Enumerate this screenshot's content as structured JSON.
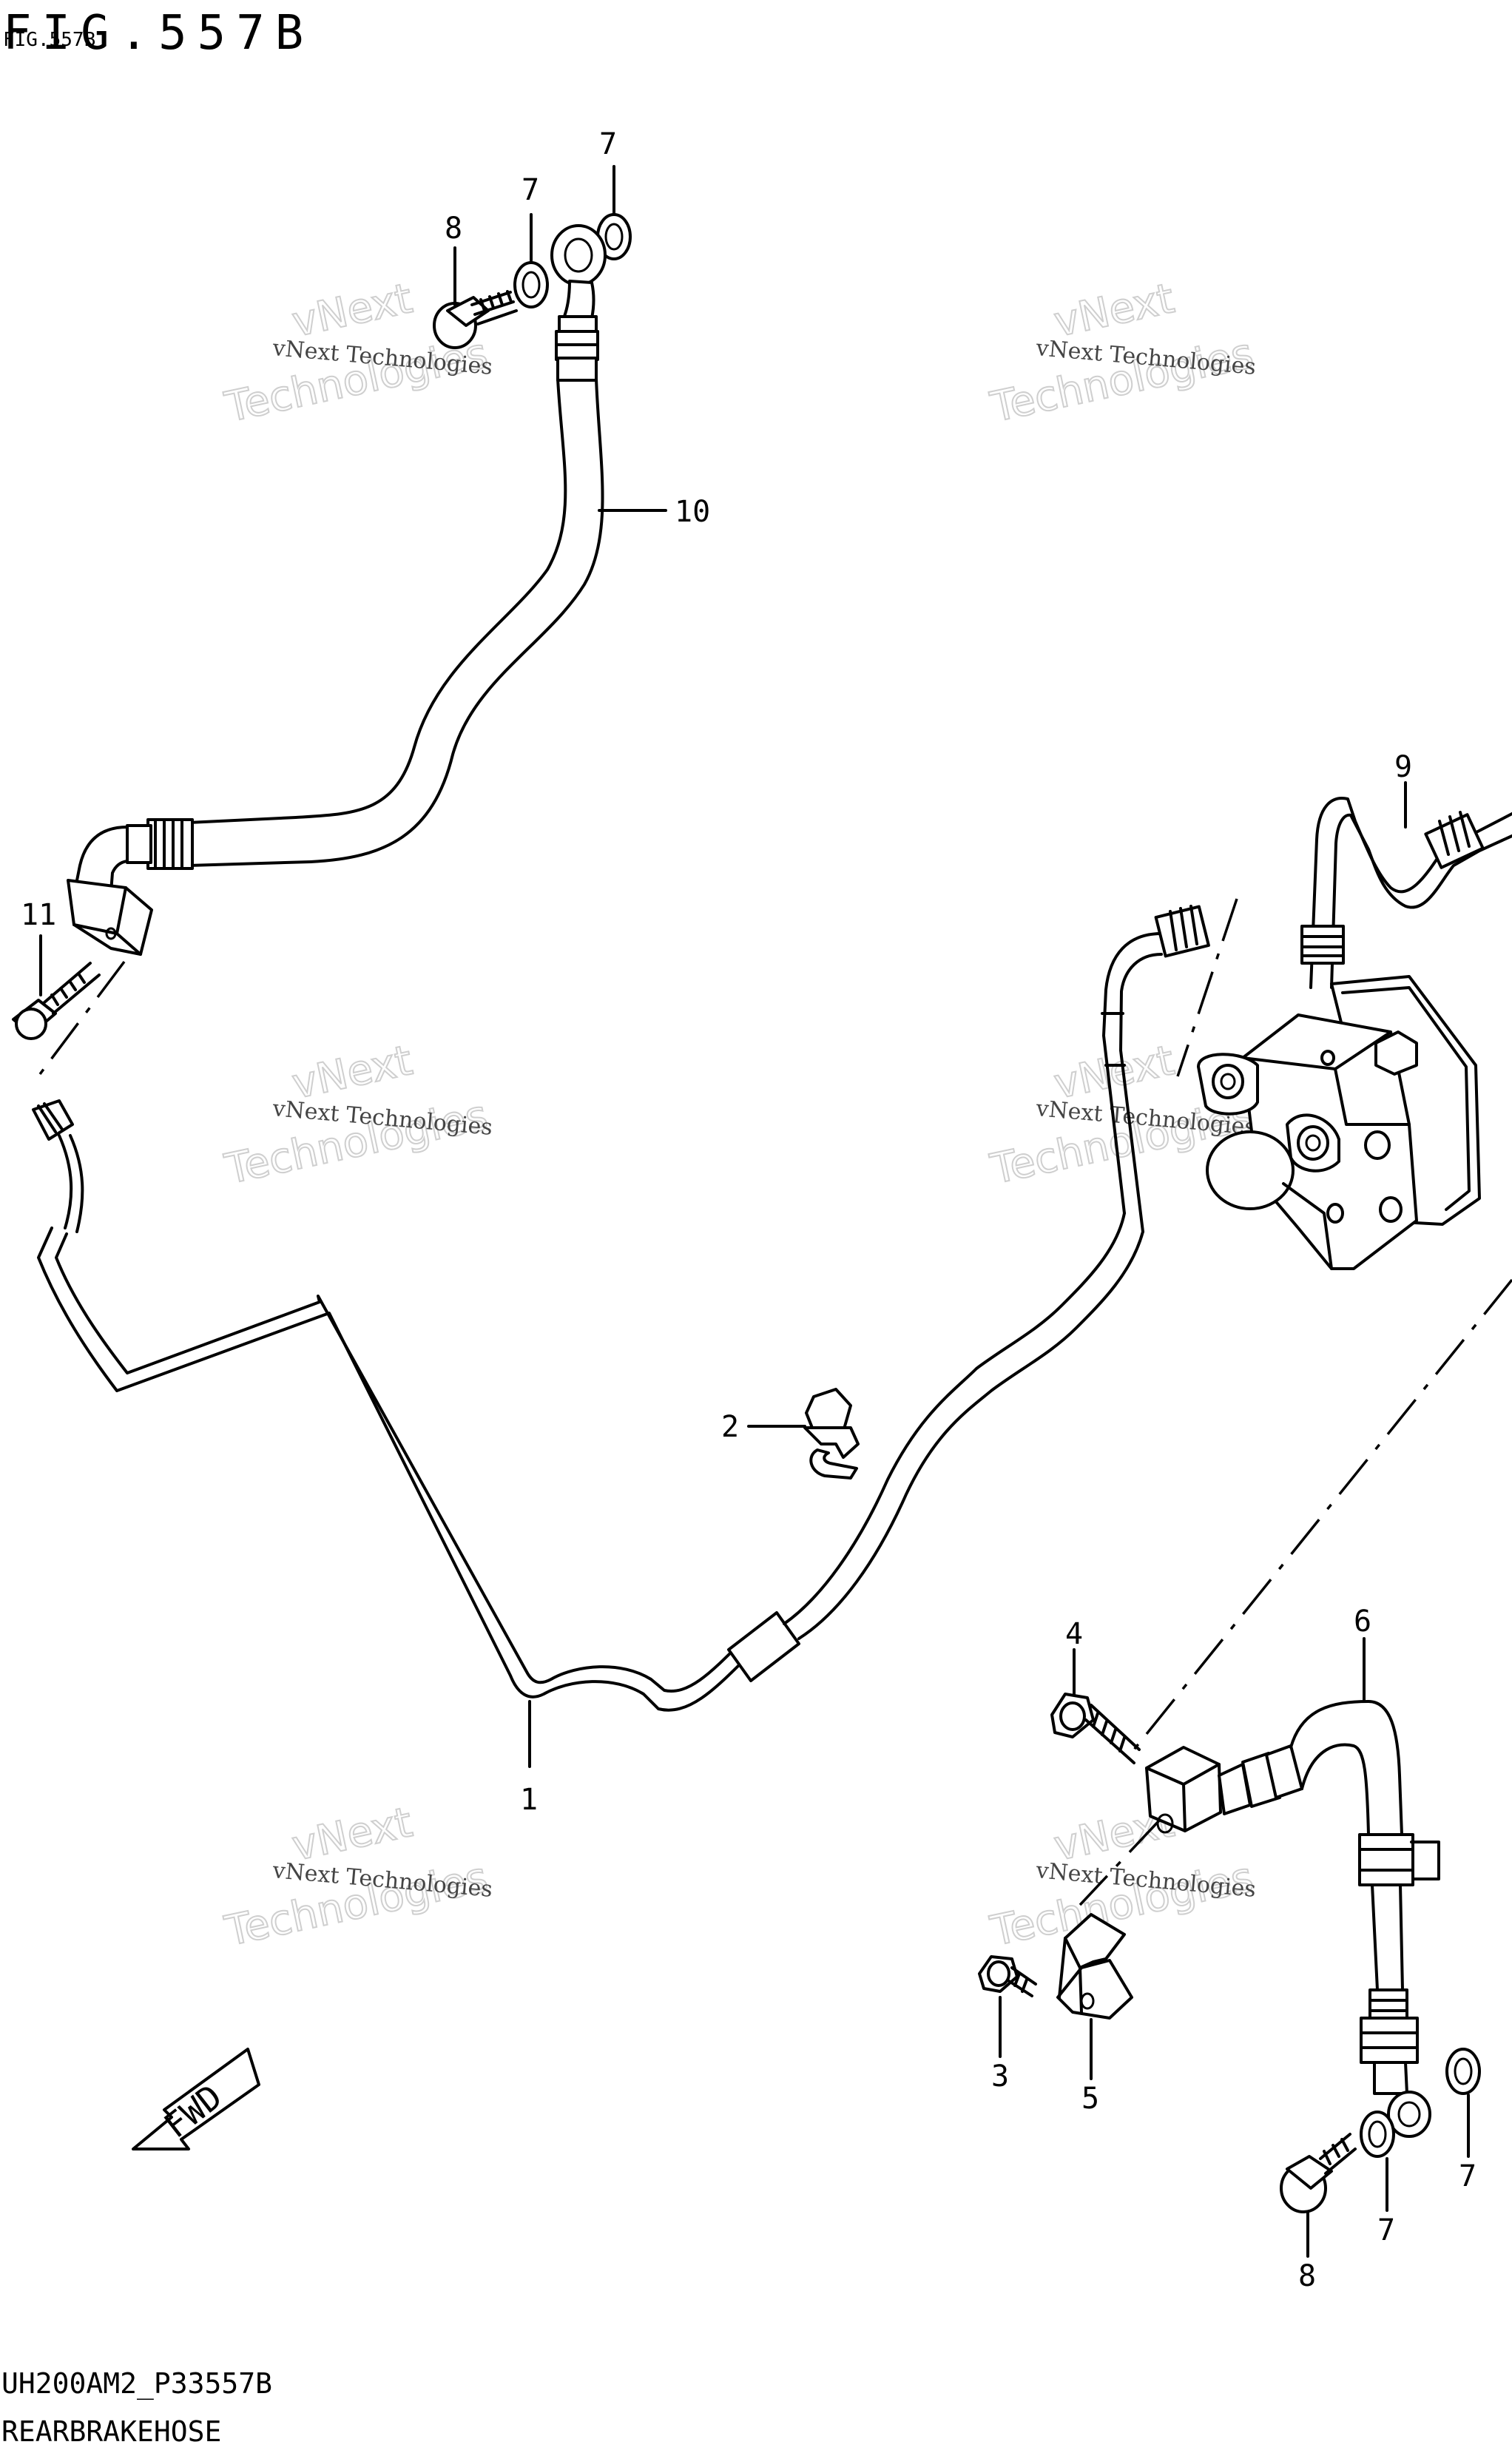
{
  "title": "FIG.557B",
  "title_overlay": "FIG.557B",
  "footer": {
    "code": "UH200AM2_P33557B",
    "caption": "REARBRAKEHOSE"
  },
  "watermark": {
    "line1": "vNext Technologies",
    "line2": "Technologies",
    "line3": "vNext"
  },
  "callouts": {
    "c1": "1",
    "c2": "2",
    "c3": "3",
    "c4": "4",
    "c5": "5",
    "c6": "6",
    "c7a": "7",
    "c7b": "7",
    "c7c": "7",
    "c7d": "7",
    "c8a": "8",
    "c8b": "8",
    "c9": "9",
    "c10": "10",
    "c11": "11"
  },
  "fwd_label": "FWD",
  "icons": [
    "banjo-bolt-icon",
    "sealing-washer-icon",
    "brake-hose-icon",
    "brake-pipe-icon",
    "abs-unit-icon",
    "clamp-icon",
    "bolt-icon",
    "bracket-icon",
    "fwd-arrow-icon"
  ]
}
